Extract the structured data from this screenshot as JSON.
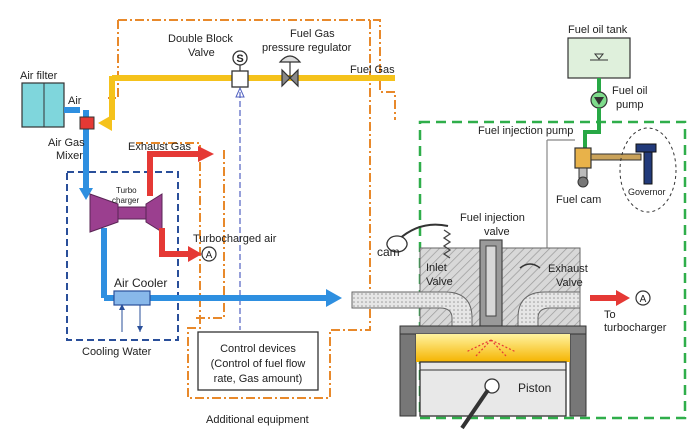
{
  "labels": {
    "air_filter": "Air filter",
    "air": "Air",
    "air_gas_mixer_1": "Air Gas",
    "air_gas_mixer_2": "Mixer",
    "double_block_1": "Double Block",
    "double_block_2": "Valve",
    "valve_symbol": "S",
    "fuel_gas_reg_1": "Fuel Gas",
    "fuel_gas_reg_2": "pressure regulator",
    "fuel_gas": "Fuel Gas",
    "fuel_oil_tank": "Fuel oil tank",
    "fuel_oil_pump_1": "Fuel oil",
    "fuel_oil_pump_2": "pump",
    "fuel_injection_pump": "Fuel injection pump",
    "fuel_cam": "Fuel cam",
    "governor": "Governor",
    "exhaust_gas": "Exhaust Gas",
    "turbocharger_1": "Turbo",
    "turbocharger_2": "charger",
    "turbocharged_air": "Turbocharged air",
    "marker_a": "A",
    "air_cooler": "Air Cooler",
    "cooling_water": "Cooling Water",
    "cam": "cam",
    "fuel_injection_valve_1": "Fuel injection",
    "fuel_injection_valve_2": "valve",
    "inlet_valve_1": "Inlet",
    "inlet_valve_2": "Valve",
    "exhaust_valve_1": "Exhaust",
    "exhaust_valve_2": "Valve",
    "to_turbo_1": "To",
    "to_turbo_2": "turbocharger",
    "control_devices_1": "Control devices",
    "control_devices_2": "(Control of fuel flow",
    "control_devices_3": "rate, Gas amount)",
    "additional_equipment": "Additional equipment",
    "piston": "Piston"
  },
  "colors": {
    "gas_line": "#f5c21b",
    "air_line": "#2e8fe0",
    "exhaust": "#e53935",
    "additional_border": "#e8892b",
    "engine_border": "#2fae4a",
    "cooling_border": "#2a4f9a",
    "turbo": "#9b3f8f",
    "fuel_oil": "#27a845",
    "combustion": "#f7c21a"
  }
}
